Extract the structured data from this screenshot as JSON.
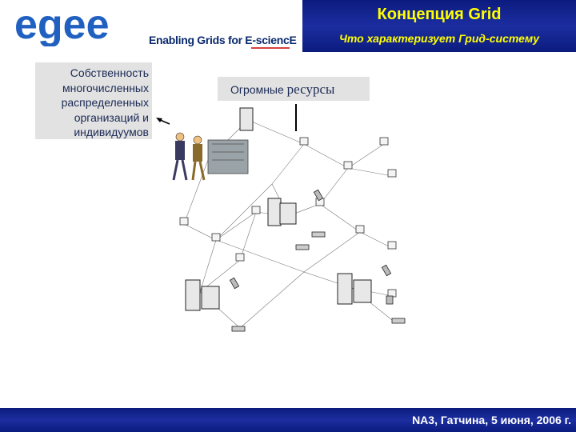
{
  "header": {
    "logo": "egee",
    "tagline": "Enabling Grids for E-sciencE",
    "title": "Концепция Grid",
    "subtitle": "Что характеризует Грид-систему"
  },
  "callouts": {
    "ownership": "Собственность многочисленных распределенных организаций и индивидуумов",
    "resources_prefix": "Огромные",
    "resources_suffix": "ресурсы"
  },
  "footer": {
    "text": "NA3, Гатчина, 5 июня, 2006 г."
  },
  "colors": {
    "header_blue": "#0b1b7e",
    "title_yellow": "#ffff00",
    "logo_blue": "#2060c0",
    "logo_cyan": "#3ab8e8"
  }
}
